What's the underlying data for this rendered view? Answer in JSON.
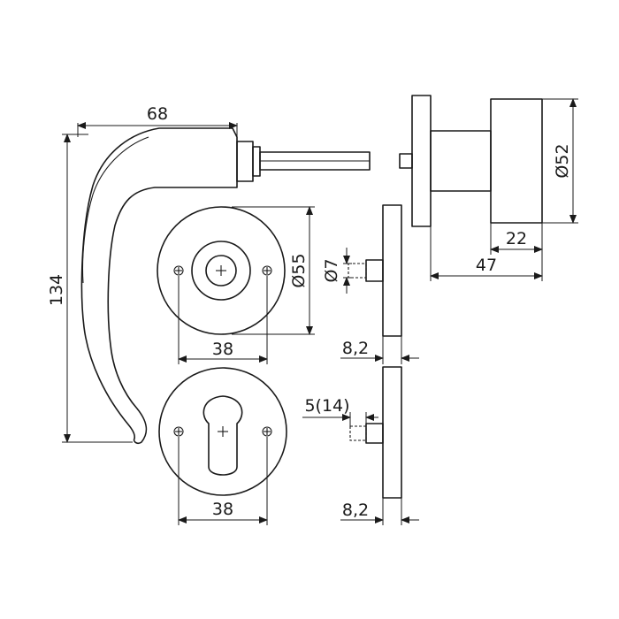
{
  "drawing": {
    "dimensions": {
      "handle_width": "68",
      "handle_height": "134",
      "rose_diameter": "Ø55",
      "rose_screw_spacing": "38",
      "spindle_diameter": "Ø7",
      "rose_thickness": "8,2",
      "escutcheon_screw_spacing": "38",
      "cylinder_offset": "5(14)",
      "escutcheon_thickness": "8,2",
      "knob_diameter": "Ø52",
      "knob_length": "22",
      "knob_projection": "47"
    }
  }
}
